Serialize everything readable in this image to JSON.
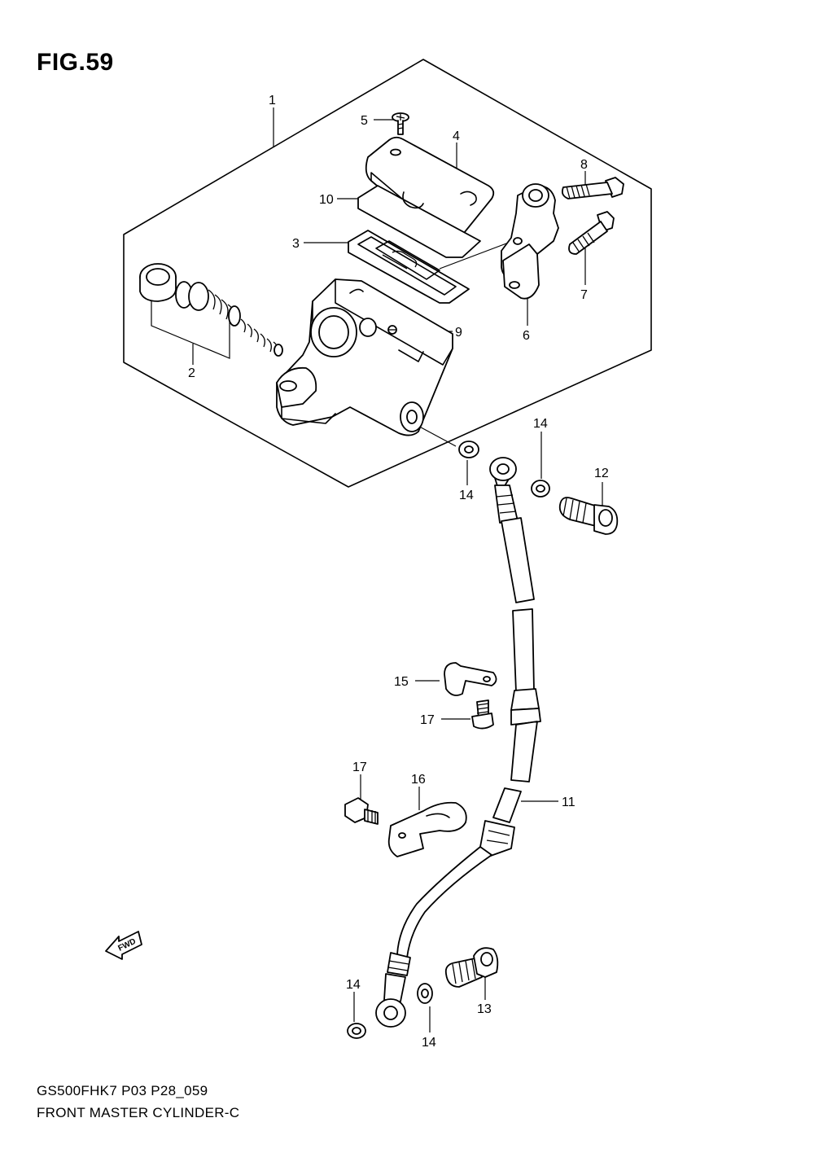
{
  "figure": {
    "title": "FIG.59"
  },
  "footer": {
    "model_code": "GS500FHK7 P03 P28_059",
    "part_name": "FRONT MASTER CYLINDER-C"
  },
  "direction_badge": {
    "label": "FWD"
  },
  "callouts": {
    "c1": "1",
    "c2": "2",
    "c3": "3",
    "c4": "4",
    "c5": "5",
    "c6": "6",
    "c7": "7",
    "c8": "8",
    "c9": "9",
    "c10": "10",
    "c11": "11",
    "c12": "12",
    "c13": "13",
    "c14a": "14",
    "c14b": "14",
    "c14c": "14",
    "c14d": "14",
    "c15": "15",
    "c16": "16",
    "c17a": "17",
    "c17b": "17"
  }
}
